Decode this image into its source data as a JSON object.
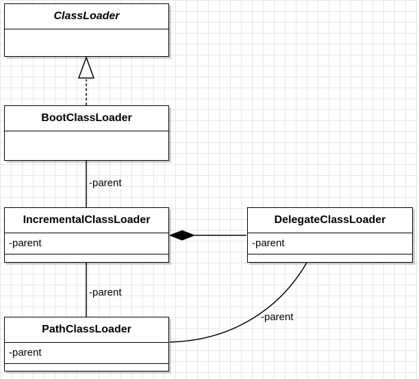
{
  "classes": {
    "classloader": {
      "name": "ClassLoader",
      "abstract": true,
      "attributes": []
    },
    "bootclassloader": {
      "name": "BootClassLoader",
      "attributes": []
    },
    "incremental": {
      "name": "IncrementalClassLoader",
      "attributes": [
        "-parent"
      ]
    },
    "delegate": {
      "name": "DelegateClassLoader",
      "attributes": [
        "-parent"
      ]
    },
    "path": {
      "name": "PathClassLoader",
      "attributes": [
        "-parent"
      ]
    }
  },
  "relations": {
    "boot_to_incremental": {
      "label": "-parent",
      "kind": "association"
    },
    "incremental_to_path": {
      "label": "-parent",
      "kind": "association"
    },
    "delegate_to_path": {
      "label": "-parent",
      "kind": "association"
    },
    "boot_realizes_classloader": {
      "kind": "realization"
    },
    "incremental_delegate": {
      "kind": "composition"
    }
  }
}
